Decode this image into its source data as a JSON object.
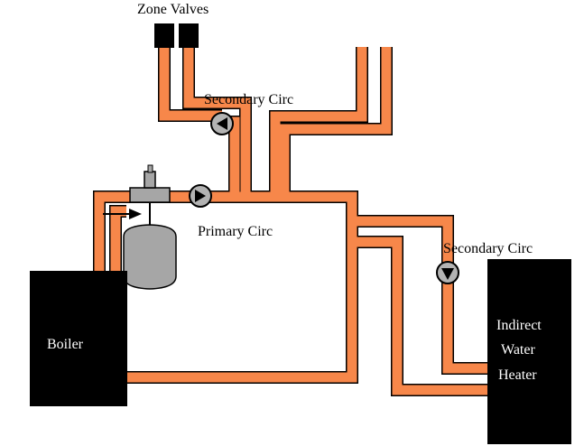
{
  "labels": {
    "zone_valves": "Zone Valves",
    "secondary_circ_top": "Secondary Circ",
    "primary_circ": "Primary Circ",
    "secondary_circ_right": "Secondary Circ",
    "boiler": "Boiler",
    "heater_line1": "Indirect",
    "heater_line2": "Water",
    "heater_line3": "Heater"
  },
  "colors": {
    "pipe": "#f7874a",
    "pipe_outline": "#000000",
    "equipment": "#000000",
    "tank": "#a6a6a6",
    "circulator": "#b3b3b3",
    "background": "#ffffff"
  },
  "icons": {
    "circulator": "pump-icon",
    "expansion_tank": "tank-icon",
    "zone_valve": "valve-icon",
    "air_separator": "air-separator-icon",
    "flow_arrow": "arrow-icon"
  }
}
